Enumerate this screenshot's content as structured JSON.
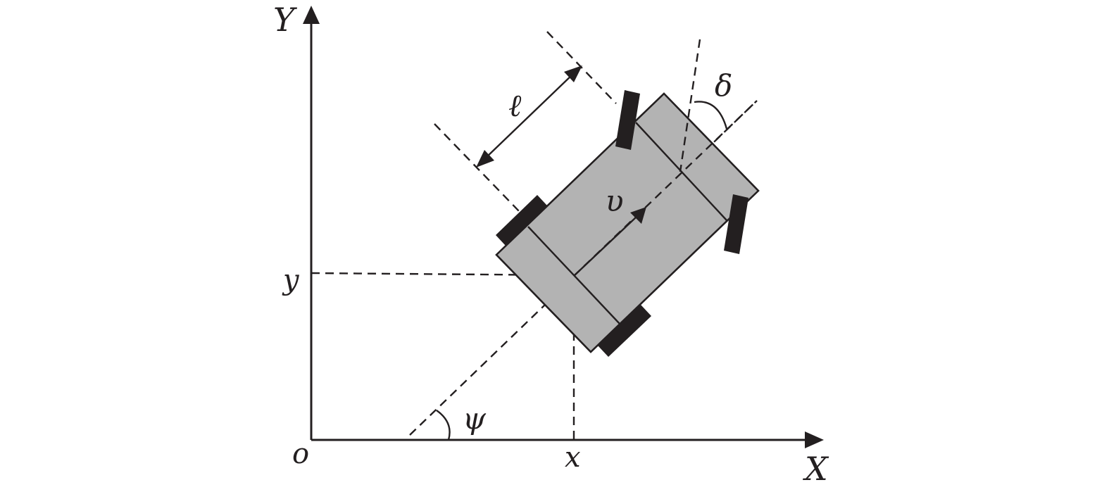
{
  "labels": {
    "y_axis": "Y",
    "x_axis": "X",
    "origin": "o",
    "x_coord": "x",
    "y_coord": "y",
    "wheelbase": "ℓ",
    "velocity": "υ",
    "heading_angle": "ψ",
    "steering_angle": "δ"
  },
  "colors": {
    "ink": "#231f20",
    "vehicle_body": "#b3b3b3",
    "background": "#ffffff"
  }
}
